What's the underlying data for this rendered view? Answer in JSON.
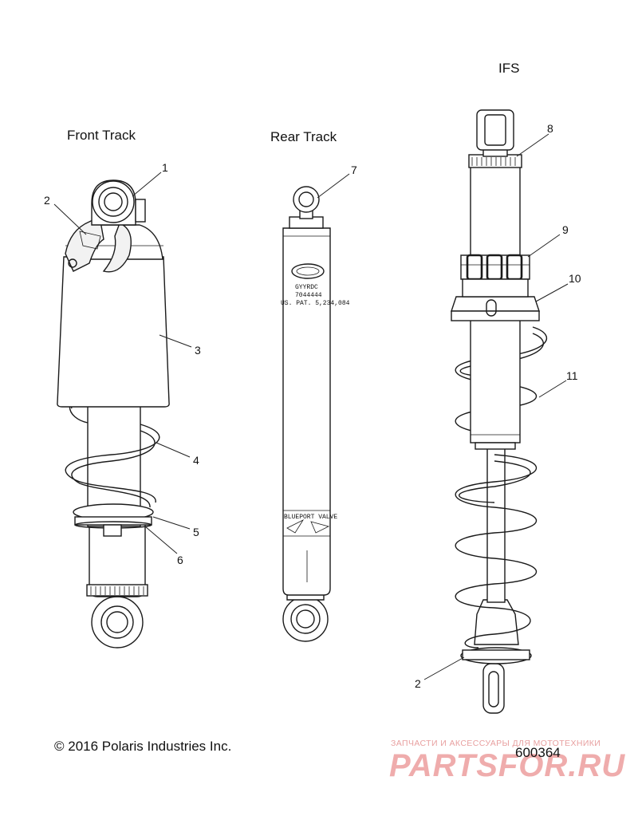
{
  "titles": {
    "front": "Front Track",
    "rear": "Rear Track",
    "ifs": "IFS"
  },
  "callouts": {
    "c1": "1",
    "c2": "2",
    "c3": "3",
    "c4": "4",
    "c5": "5",
    "c6": "6",
    "c7": "7",
    "c8": "8",
    "c9": "9",
    "c10": "10",
    "c11": "11",
    "c2b": "2"
  },
  "rear_shock_label": {
    "line1": "GYYRDC",
    "line2": "7044444",
    "line3": "US. PAT. 5,234,084",
    "valve": "BLUEPORT VALVE"
  },
  "footer": {
    "copyright": "© 2016 Polaris Industries Inc.",
    "doc_number": "600364"
  },
  "watermark": {
    "tagline": "ЗАПЧАСТИ И АКСЕССУАРЫ ДЛЯ МОТОТЕХНИКИ",
    "logo": "PARTSFOR.RU"
  }
}
